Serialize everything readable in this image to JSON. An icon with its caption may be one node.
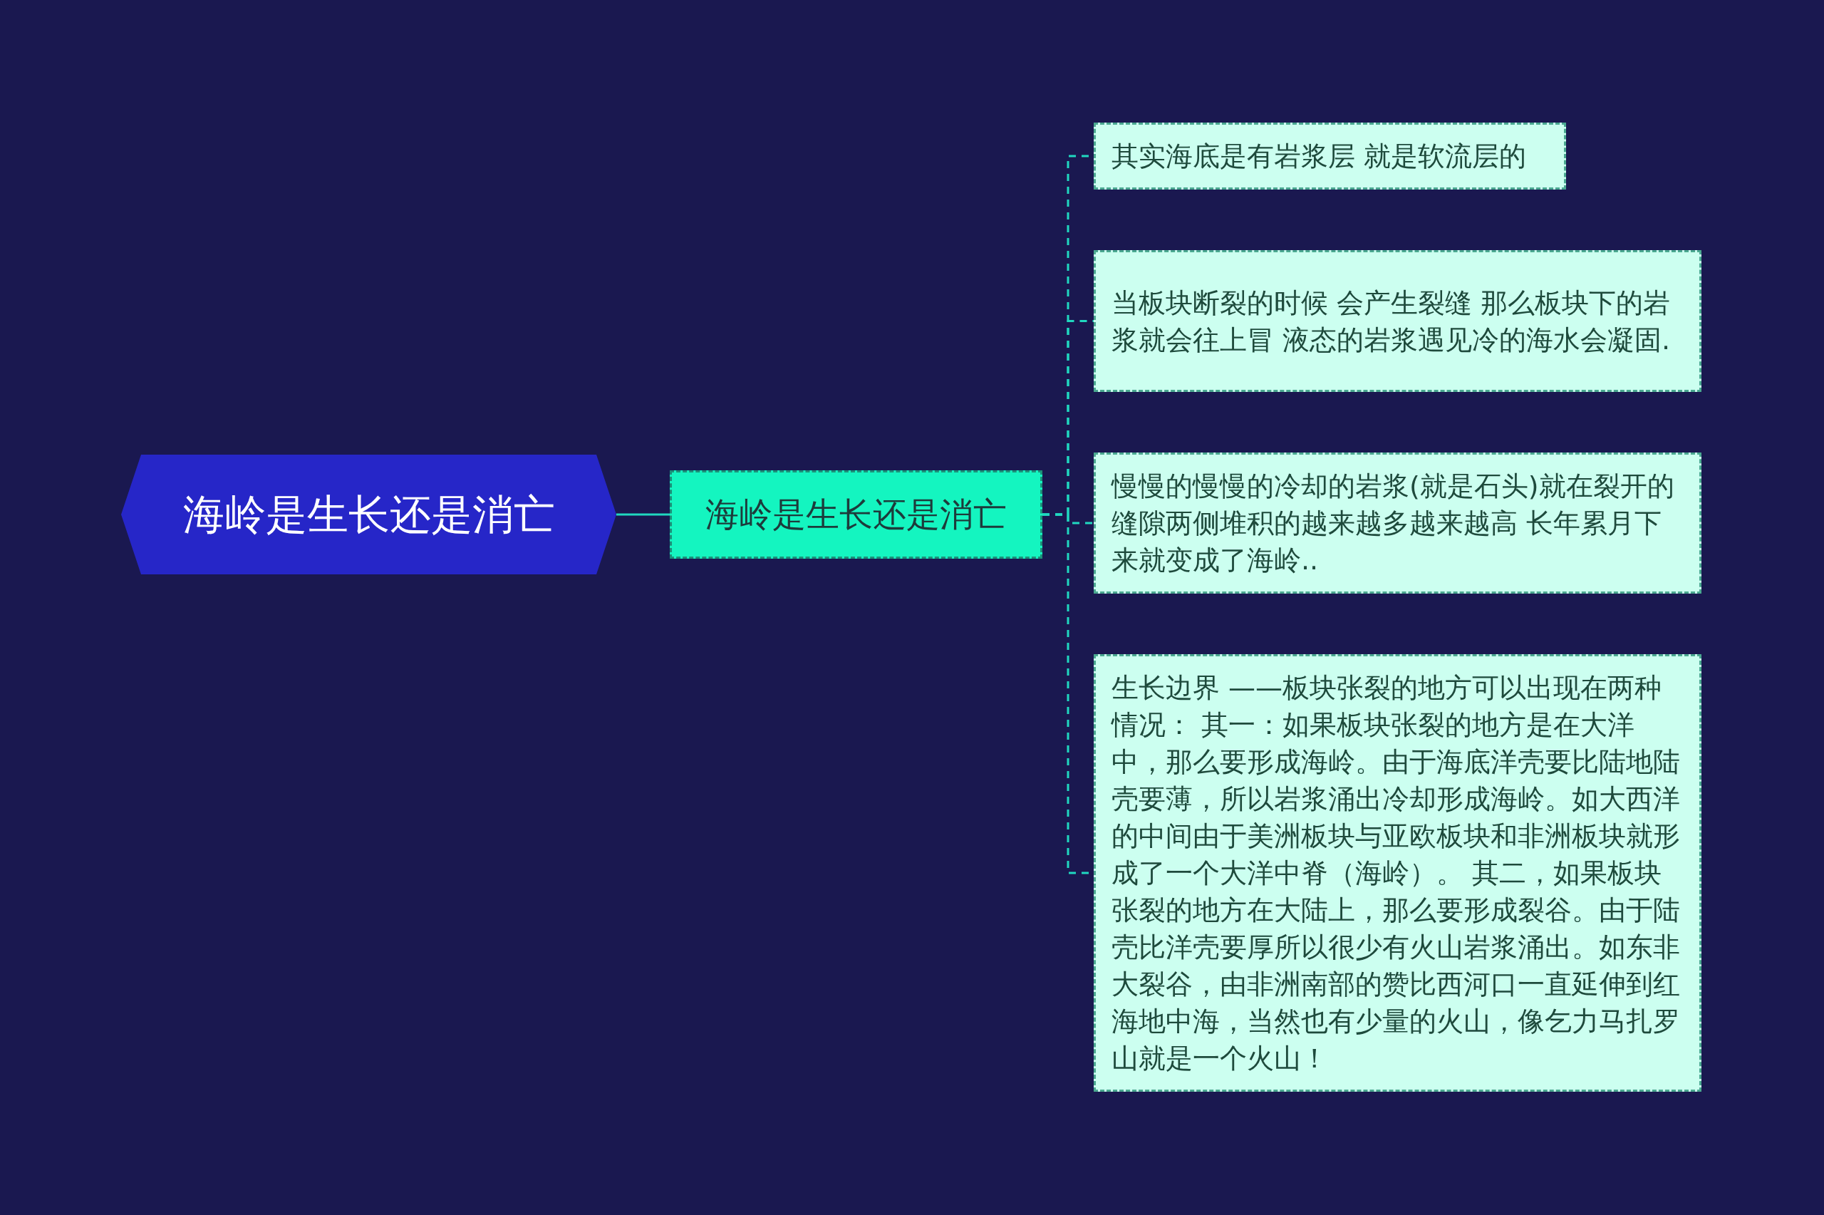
{
  "diagram": {
    "nodes": [
      {
        "text": [
          "海岭是生长还是消亡"
        ]
      },
      {
        "text": [
          "海岭是生长还是消亡"
        ]
      },
      {
        "text": [
          "其实海底是有岩浆层 就是软流层的"
        ]
      },
      {
        "text": [
          "当板块断裂的时候 会产生裂缝 那么板块下的岩浆就会往上冒 液态的岩浆遇见冷的海水会凝固."
        ]
      },
      {
        "text": [
          "慢慢的慢慢的冷却的岩浆(就是石头)就在裂开的缝隙两侧堆积的越来越多越来越高 长年累月下来就变成了海岭.."
        ]
      },
      {
        "text": [
          "生长边界 ——板块张裂的地方可以出现在两种情况：  其一：如果板块张裂的地方是在大洋中，那么要形成海岭。由于海底洋壳要比陆地陆壳要薄，所以岩浆涌出冷却形成海岭。如大西洋的中间由于美洲板块与亚欧板块和非洲板块就形成了一个大洋中脊（海岭）。 其二，如果板块张裂的地方在大陆上，那么要形成裂谷。由于陆壳比洋壳要厚所以很少有火山岩浆涌出。如东非大裂谷，由非洲南部的赞比西河口一直延伸到红海地中海，当然也有少量的火山，像乞力马扎罗山就是一个火山！"
        ]
      }
    ],
    "edges": [
      {
        "from": 0,
        "to": 1,
        "arrow": "none"
      },
      {
        "from": 1,
        "to": 2,
        "arrow": "none",
        "style": "dashed"
      },
      {
        "from": 1,
        "to": 3,
        "arrow": "none",
        "style": "dashed"
      },
      {
        "from": 1,
        "to": 4,
        "arrow": "none",
        "style": "dashed"
      },
      {
        "from": 1,
        "to": 5,
        "arrow": "none",
        "style": "dashed"
      }
    ]
  }
}
